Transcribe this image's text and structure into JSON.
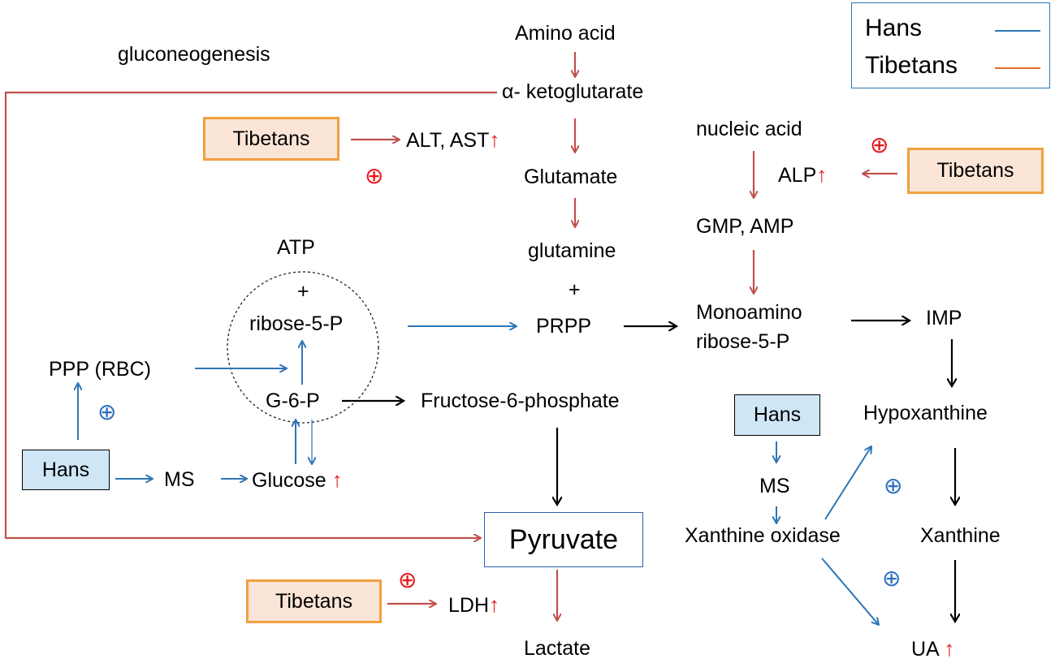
{
  "legend": {
    "hans_label": "Hans",
    "tibetans_label": "Tibetans",
    "hans_color": "#2e75b6",
    "tibetans_color": "#c0504d"
  },
  "colors": {
    "hans_arrow": "#2e75b6",
    "tibetan_arrow": "#c0504d",
    "increase": "#e8171c"
  },
  "labels": {
    "gluconeogenesis": "gluconeogenesis",
    "amino_acid": "Amino acid",
    "alpha_ketoglutarate": "α- ketoglutarate",
    "alt_ast": "ALT, AST",
    "glutamate": "Glutamate",
    "glutamine": "glutamine",
    "plus": "+",
    "prpp": "PRPP",
    "atp": "ATP",
    "ribose5p": "ribose-5-P",
    "ppp_rbc": "PPP (RBC)",
    "g6p": "G-6-P",
    "fructose6p": "Fructose-6-phosphate",
    "ms": "MS",
    "glucose": "Glucose",
    "pyruvate": "Pyruvate",
    "ldh": "LDH",
    "lactate": "Lactate",
    "nucleic_acid": "nucleic acid",
    "alp": "ALP",
    "gmp_amp": "GMP, AMP",
    "monoamino": "Monoamino",
    "monoamino_ribose": "ribose-5-P",
    "imp": "IMP",
    "hypoxanthine": "Hypoxanthine",
    "xanthine": "Xanthine",
    "xanthine_oxidase": "Xanthine oxidase",
    "ua": "UA"
  },
  "groups": {
    "hans": "Hans",
    "tibetans": "Tibetans"
  },
  "symbols": {
    "up_arrow": "↑",
    "promote": "⊕"
  }
}
